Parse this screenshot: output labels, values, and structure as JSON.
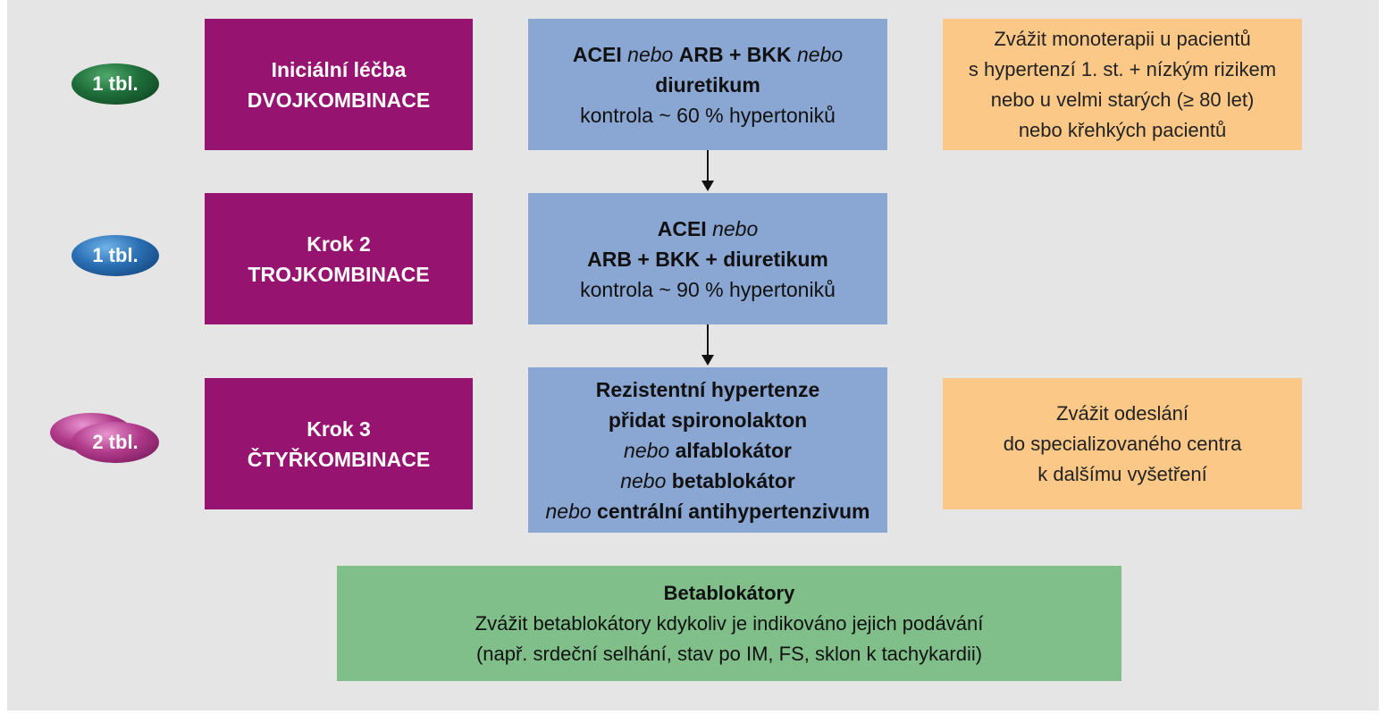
{
  "rows": [
    {
      "pill": "1 tbl.",
      "step_line1": "Iniciální léčba",
      "step_line2": "DVOJKOMBINACE",
      "therapy": {
        "l1a": "ACEI",
        "l1b": "nebo",
        "l1c": "ARB + BKK",
        "l1d": "nebo",
        "l2": "diuretikum",
        "l3": "kontrola ~ 60 % hypertoniků"
      },
      "note": [
        "Zvážit monoterapii u pacientů",
        "s hypertenzí 1. st. + nízkým rizikem",
        "nebo u velmi starých (≥ 80 let)",
        "nebo křehkých pacientů"
      ]
    },
    {
      "pill": "1 tbl.",
      "step_line1": "Krok 2",
      "step_line2": "TROJKOMBINACE",
      "therapy": {
        "l1a": "ACEI",
        "l1b": "nebo",
        "l2": "ARB + BKK + diuretikum",
        "l3": "kontrola ~ 90 % hypertoniků"
      }
    },
    {
      "pill": "2 tbl.",
      "step_line1": "Krok 3",
      "step_line2": "ČTYŘKOMBINACE",
      "therapy": {
        "l1": "Rezistentní hypertenze",
        "l2": "přidat spironolakton",
        "l3a": "nebo",
        "l3b": "alfablokátor",
        "l4a": "nebo",
        "l4b": "betablokátor",
        "l5a": "nebo",
        "l5b": "centrální antihypertenzivum"
      },
      "note": [
        "Zvážit odeslání",
        "do specializovaného centra",
        "k dalšímu vyšetření"
      ]
    }
  ],
  "footer": {
    "title": "Betablokátory",
    "line2": "Zvážit betablokátory kdykoliv je indikováno jejich podávání",
    "line3": "(např. srdeční selhání, stav po IM, FS, sklon k tachykardii)"
  },
  "colors": {
    "step": "#96136f",
    "therapy": "#8aa6d2",
    "note": "#fbc888",
    "footer": "#80be8a",
    "background": "#e5e5e5"
  }
}
